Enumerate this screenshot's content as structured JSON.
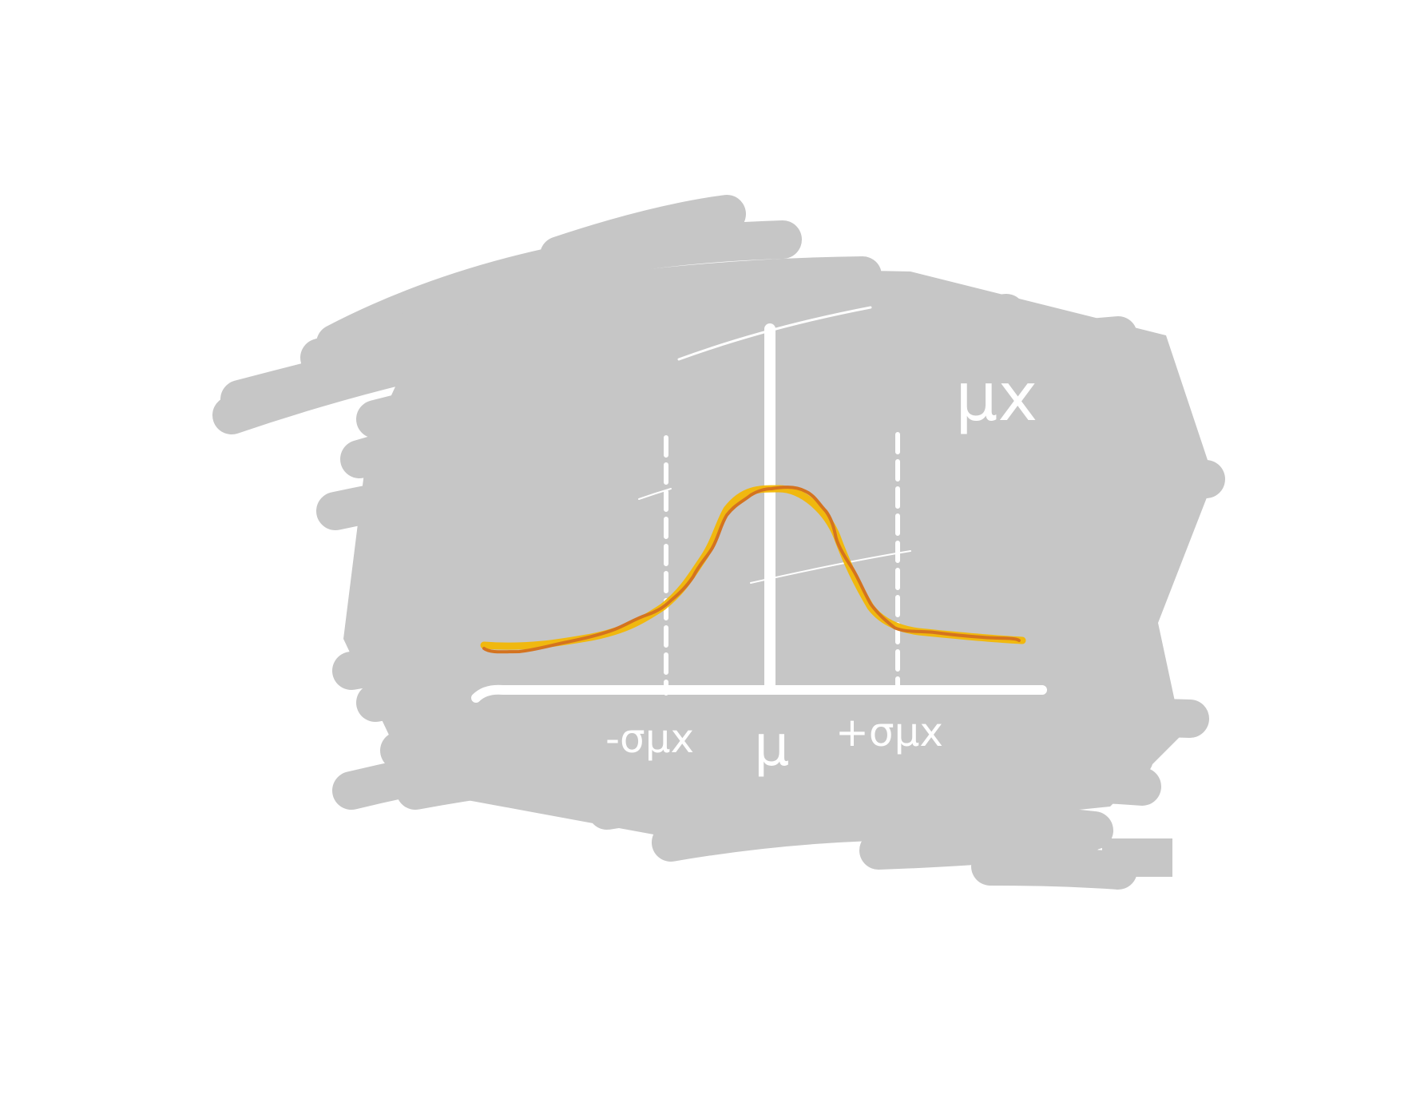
{
  "colors": {
    "background": "#ffffff",
    "scribble_fill": "#c6c6c6",
    "axis_stroke": "#ffffff",
    "curve_highlight": "#f2b705",
    "curve_ink": "#d4731f"
  },
  "labels": {
    "corner": "μx",
    "minus_sigma": "-σμx",
    "mean": "μ",
    "plus_sigma": "+σμx"
  }
}
